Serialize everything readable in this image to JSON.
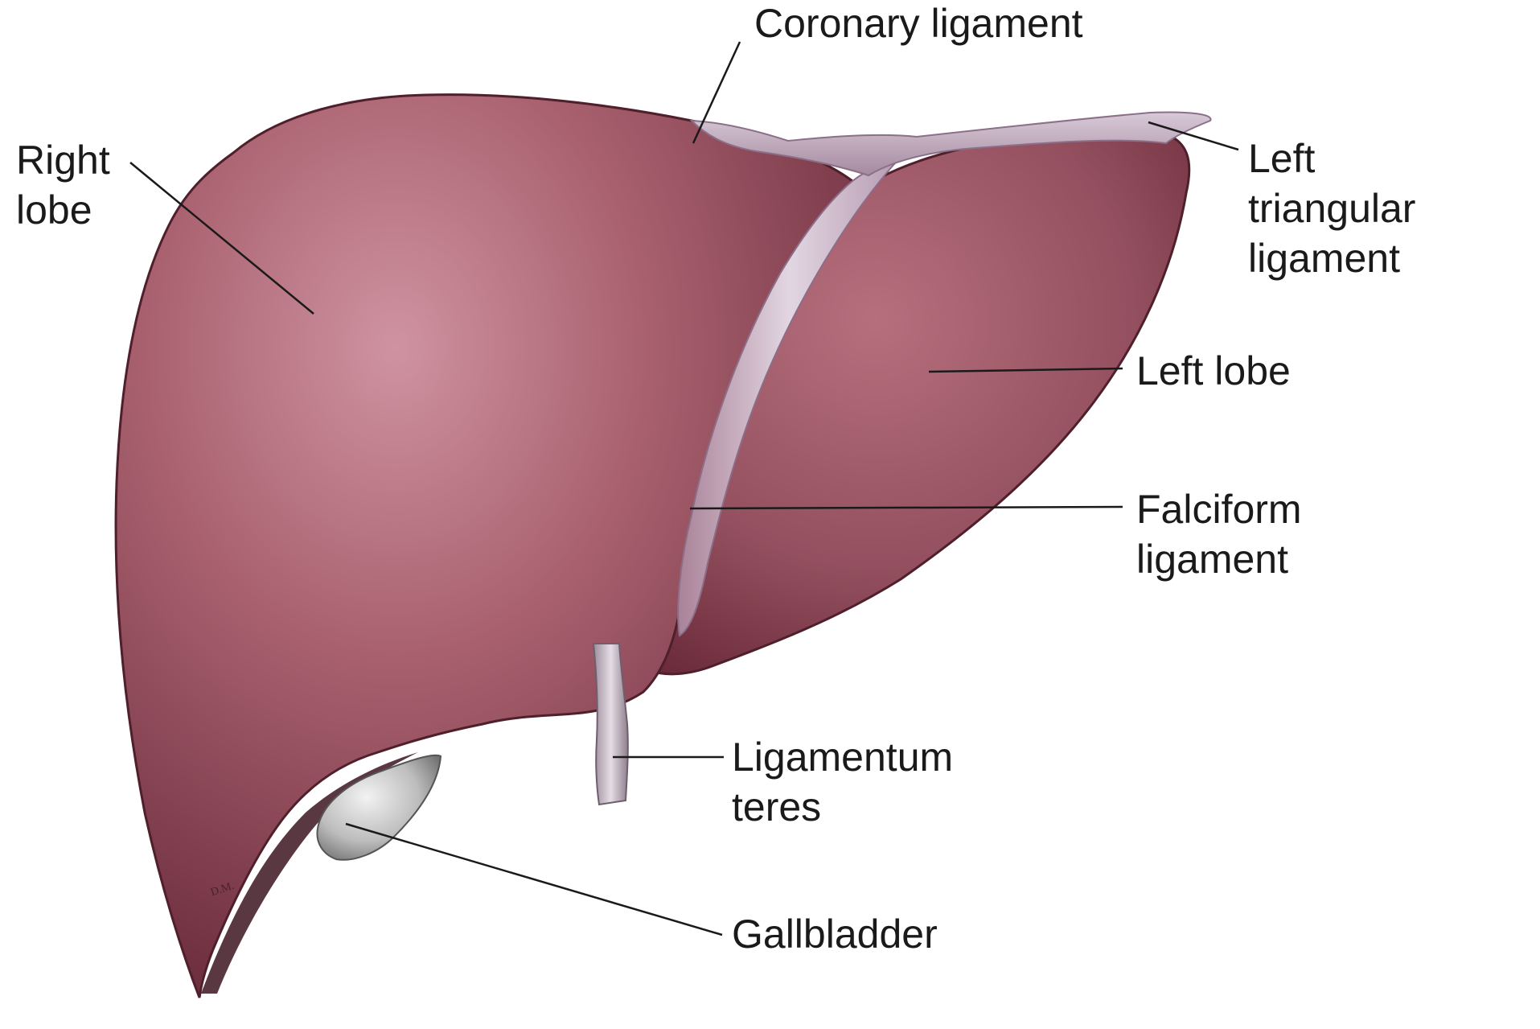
{
  "labels": {
    "coronary_ligament": "Coronary ligament",
    "right_lobe": [
      "Right",
      "lobe"
    ],
    "left_triangular_ligament": [
      "Left",
      "triangular",
      "ligament"
    ],
    "left_lobe": "Left lobe",
    "falciform_ligament": [
      "Falciform",
      "ligament"
    ],
    "ligamentum_teres": [
      "Ligamentum",
      "teres"
    ],
    "gallbladder": "Gallbladder"
  },
  "artist_initials": "D.M.",
  "colors": {
    "background": "#ffffff",
    "frame": "#000000",
    "liver_base": "#9a5462",
    "liver_highlight": "#c58893",
    "liver_shadow": "#5b2432",
    "ligament": "#c9b4c4",
    "gallbladder": "#c8c8c8",
    "leader_line": "#1a1a1a"
  }
}
